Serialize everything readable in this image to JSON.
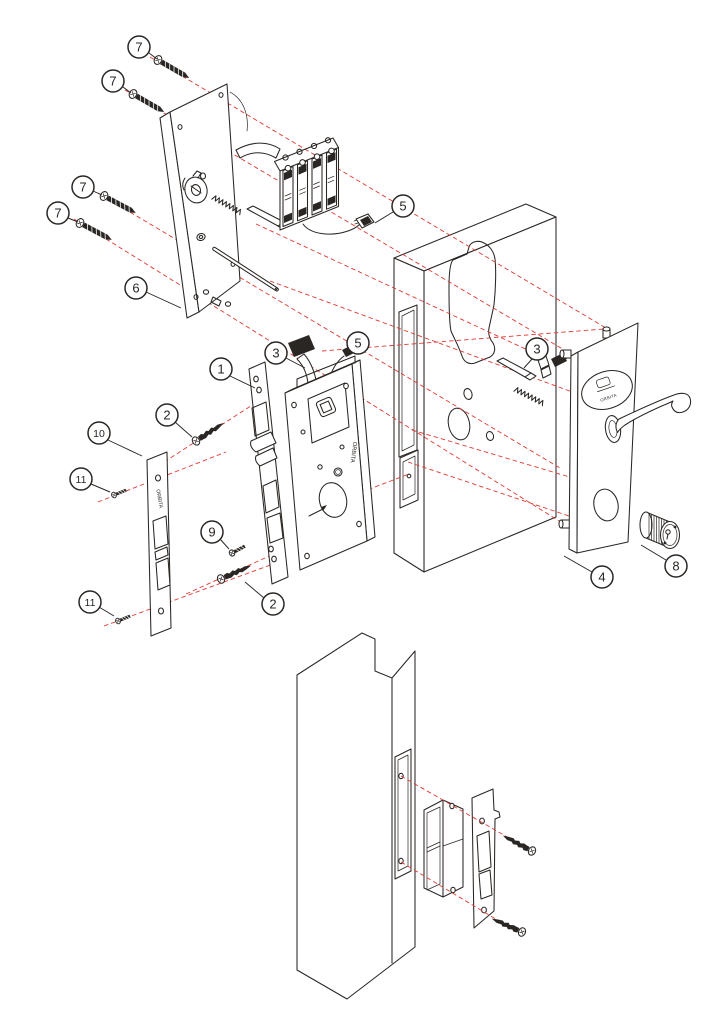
{
  "brand": "ORBITA",
  "labels": {
    "1": "1",
    "2": "2",
    "3": "3",
    "4": "4",
    "5": "5",
    "6": "6",
    "7": "7",
    "8": "8",
    "9": "9",
    "10": "10",
    "11": "11"
  },
  "colors": {
    "line": "#2a2623",
    "guide": "#de3a32",
    "background": "#ffffff"
  }
}
